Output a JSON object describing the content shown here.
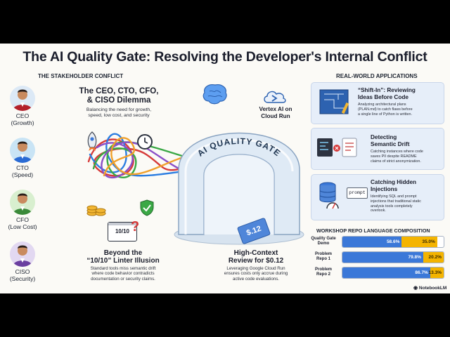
{
  "title": "The AI Quality Gate: Resolving the Developer's Internal Conflict",
  "sections": {
    "stakeholder": "THE STAKEHOLDER CONFLICT",
    "applications": "REAL-WORLD APPLICATIONS",
    "composition": "WORKSHOP REPO LANGUAGE COMPOSITION"
  },
  "stakeholders": [
    {
      "role": "CEO",
      "goal": "(Growth)",
      "shirt": "#b3202a",
      "bg": "#dce9f6"
    },
    {
      "role": "CTO",
      "goal": "(Speed)",
      "shirt": "#2a6bd4",
      "bg": "#c9e4f5"
    },
    {
      "role": "CFO",
      "goal": "(Low Cost)",
      "shirt": "#3b8a3a",
      "bg": "#d8efcf"
    },
    {
      "role": "CISO",
      "goal": "(Security)",
      "shirt": "#6b3fa0",
      "bg": "#e2d8f1"
    }
  ],
  "dilemma": {
    "title_line1": "The CEO, CTO, CFO,",
    "title_line2": "& CISO Dilemma",
    "desc_line1": "Balancing the need for growth,",
    "desc_line2": "speed, low cost, and security"
  },
  "gate": {
    "arch_label": "AI QUALITY GATE",
    "vertex_line1": "Vertex AI on",
    "vertex_line2": "Cloud Run",
    "price_tag": "$.12"
  },
  "linter": {
    "score": "10/10",
    "title_line1": "Beyond the",
    "title_line2": "“10/10” Linter Illusion",
    "desc_line1": "Standard tools miss semantic drift",
    "desc_line2": "where code behavior contradicts",
    "desc_line3": "documentation or security claims."
  },
  "review": {
    "title_line1": "High-Context",
    "title_line2": "Review for $0.12",
    "desc_line1": "Leveraging Google Cloud Run",
    "desc_line2": "ensures costs only accrue during",
    "desc_line3": "active code evaluations."
  },
  "applications": [
    {
      "title_line1": "“Shift-In”: Reviewing",
      "title_line2": "Ideas Before Code",
      "desc_line1": "Analyzing architectural plans",
      "desc_line2": "(PLAN.md) to catch flaws before",
      "desc_line3": "a single line of Python is written."
    },
    {
      "title_line1": "Detecting",
      "title_line2": "Semantic Drift",
      "desc_line1": "Catching instances where code",
      "desc_line2": "saves PII despite README",
      "desc_line3": "claims of strict anonymization."
    },
    {
      "title_line1": "Catching Hidden",
      "title_line2": "Injections",
      "desc_line1": "Identifying SQL and prompt",
      "desc_line2": "injections that traditional static",
      "desc_line3": "analysis tools completely",
      "desc_line4": "overlook."
    }
  ],
  "prompt_chip": "prompt",
  "chart_data": {
    "type": "bar",
    "stacked": true,
    "orientation": "horizontal",
    "title": "WORKSHOP REPO LANGUAGE COMPOSITION",
    "categories": [
      "Quality Gate Demo",
      "Problem Repo 1",
      "Problem Repo 2"
    ],
    "category_lines": [
      [
        "Quality Gate",
        "Demo"
      ],
      [
        "Problem",
        "Repo 1"
      ],
      [
        "Problem",
        "Repo 2"
      ]
    ],
    "series": [
      {
        "values": [
          58.6,
          79.8,
          86.7
        ],
        "labels": [
          "58.6%",
          "79.8%",
          "86.7%"
        ],
        "color": "#3b78d8"
      },
      {
        "values": [
          35.0,
          20.2,
          13.3
        ],
        "labels": [
          "35.0%",
          "20.2%",
          "13.3%"
        ],
        "color": "#f4b400"
      }
    ],
    "xlim": [
      0,
      100
    ]
  },
  "watermark": "NotebookLM"
}
